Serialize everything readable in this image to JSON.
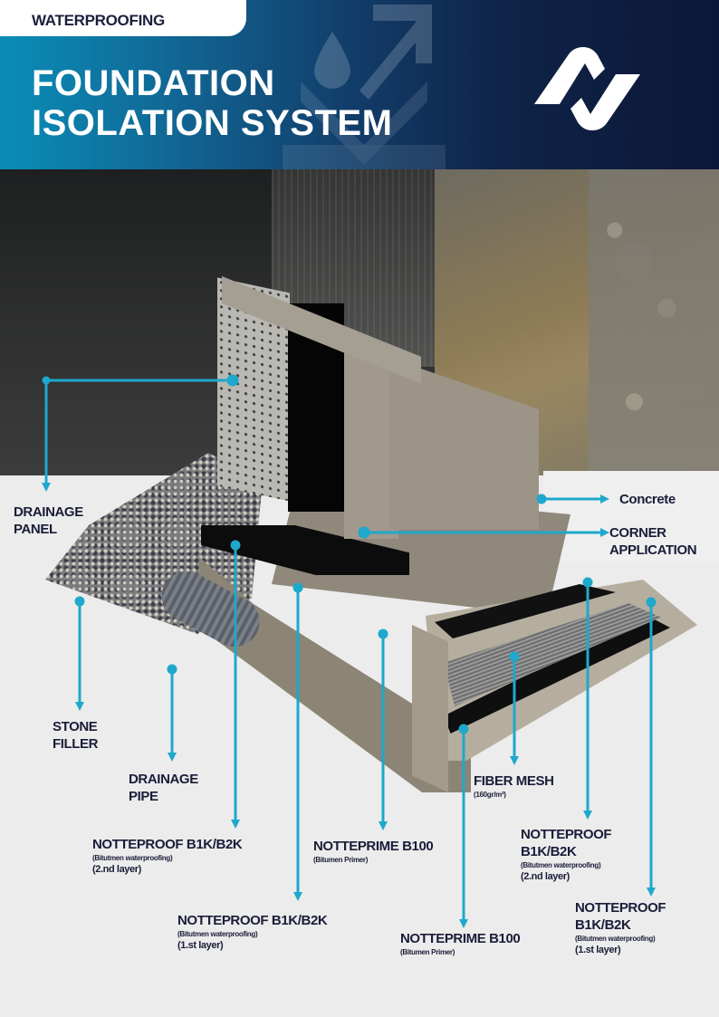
{
  "header": {
    "category": "WATERPROOFING",
    "title_line1": "FOUNDATION",
    "title_line2": "ISOLATION SYSTEM",
    "logo": "brand-logo-icon",
    "colors": {
      "gradient_start": "#0a8db8",
      "gradient_end": "#0c1837",
      "category_text": "#1b1f3a",
      "title_text": "#ffffff"
    }
  },
  "callout_color": "#1ea8cc",
  "label_color": "#1a1d38",
  "callouts": {
    "drainage_panel": {
      "line1": "DRAINAGE",
      "line2": "PANEL"
    },
    "concrete": {
      "label": "Concrete"
    },
    "corner_application": {
      "line1": "CORNER",
      "line2": "APPLICATION"
    },
    "stone_filler": {
      "line1": "STONE",
      "line2": "FILLER"
    },
    "drainage_pipe": {
      "line1": "DRAINAGE",
      "line2": "PIPE"
    },
    "wall_proof_2nd": {
      "title": "NOTTEPROOF B1K/B2K",
      "sub": "(Bitutmen waterproofing)",
      "layer": "(2.nd layer)"
    },
    "wall_proof_1st": {
      "title": "NOTTEPROOF B1K/B2K",
      "sub": "(Bitutmen waterproofing)",
      "layer": "(1.st layer)"
    },
    "wall_prime": {
      "title": "NOTTEPRIME B100",
      "sub": "(Bitumen Primer)"
    },
    "slab_prime": {
      "title": "NOTTEPRIME B100",
      "sub": "(Bitumen Primer)"
    },
    "fiber_mesh": {
      "title": "FIBER MESH",
      "sub": "(160gr/m²)"
    },
    "slab_proof_2nd": {
      "title_line1": "NOTTEPROOF",
      "title_line2": "B1K/B2K",
      "sub": "(Bitutmen waterproofing)",
      "layer": "(2.nd layer)"
    },
    "slab_proof_1st": {
      "title_line1": "NOTTEPROOF",
      "title_line2": "B1K/B2K",
      "sub": "(Bitutmen waterproofing)",
      "layer": "(1.st layer)"
    }
  }
}
